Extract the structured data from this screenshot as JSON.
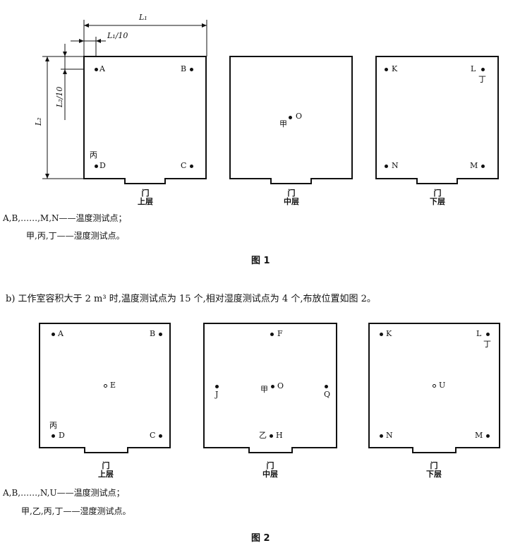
{
  "figure1": {
    "caption": "图 1",
    "dims": {
      "l1": "L₁",
      "l1_10": "L₁/10",
      "l2": "L₂",
      "l2_10": "L₂/10"
    },
    "panels": [
      {
        "door": "门",
        "level": "上层",
        "points": {
          "A": "A",
          "B": "B",
          "C": "C",
          "D": "D"
        },
        "humidity": {
          "bing": "丙"
        }
      },
      {
        "door": "门",
        "level": "中层",
        "points": {
          "O": "O"
        },
        "humidity": {
          "jia": "甲"
        }
      },
      {
        "door": "门",
        "level": "下层",
        "points": {
          "K": "K",
          "L": "L",
          "M": "M",
          "N": "N"
        },
        "humidity": {
          "ding": "丁"
        }
      }
    ],
    "legend": {
      "line1": "A,B,……,M,N——温度测试点；",
      "line2": "甲,丙,丁——湿度测试点。"
    }
  },
  "paragraph": "b)   工作室容积大于 2 m³ 时,温度测试点为 15 个,相对湿度测试点为 4 个,布放位置如图 2。",
  "figure2": {
    "caption": "图 2",
    "panels": [
      {
        "door": "门",
        "level": "上层",
        "points": {
          "A": "A",
          "B": "B",
          "C": "C",
          "D": "D",
          "E": "E"
        },
        "humidity": {
          "bing": "丙"
        }
      },
      {
        "door": "门",
        "level": "中层",
        "points": {
          "F": "F",
          "J": "J",
          "O": "O",
          "Q": "Q",
          "H": "H"
        },
        "humidity": {
          "jia": "甲",
          "yi": "乙"
        }
      },
      {
        "door": "门",
        "level": "下层",
        "points": {
          "K": "K",
          "L": "L",
          "M": "M",
          "N": "N",
          "U": "U"
        },
        "humidity": {
          "ding": "丁"
        }
      }
    ],
    "legend": {
      "line1": "A,B,……,N,U——温度测试点；",
      "line2": "甲,乙,丙,丁——湿度测试点。"
    }
  }
}
